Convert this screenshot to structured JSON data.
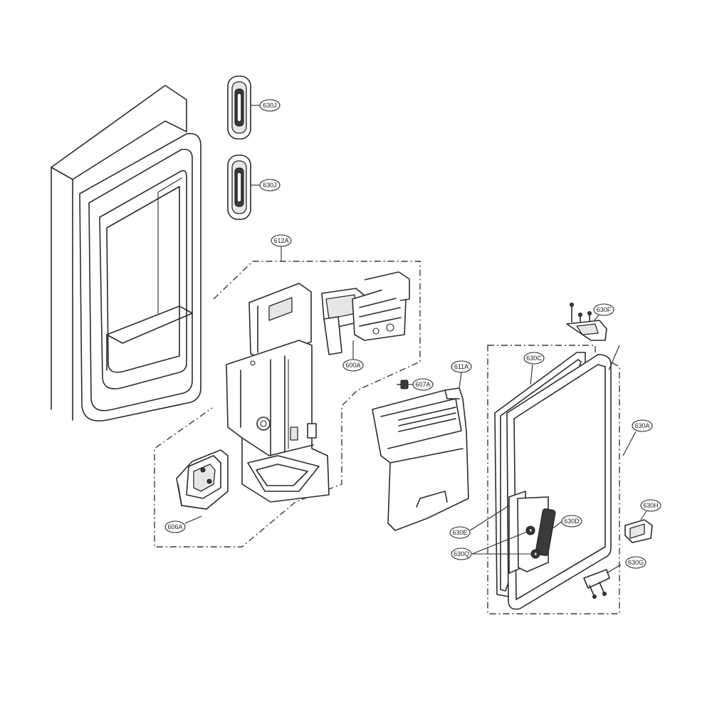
{
  "callouts": {
    "c630J_top": "630J",
    "c630J_bottom": "630J",
    "c612A": "612A",
    "c600A": "600A",
    "c607A": "607A",
    "c611A": "611A",
    "c606A": "606A",
    "c630F": "630F",
    "c630C": "630C",
    "c630A": "630A",
    "c630H": "630H",
    "c630D": "630D",
    "c630E": "630E",
    "c630Q": "630Q",
    "c630G": "630G"
  },
  "colors": {
    "line": "#2b2b2b",
    "background": "#ffffff"
  }
}
